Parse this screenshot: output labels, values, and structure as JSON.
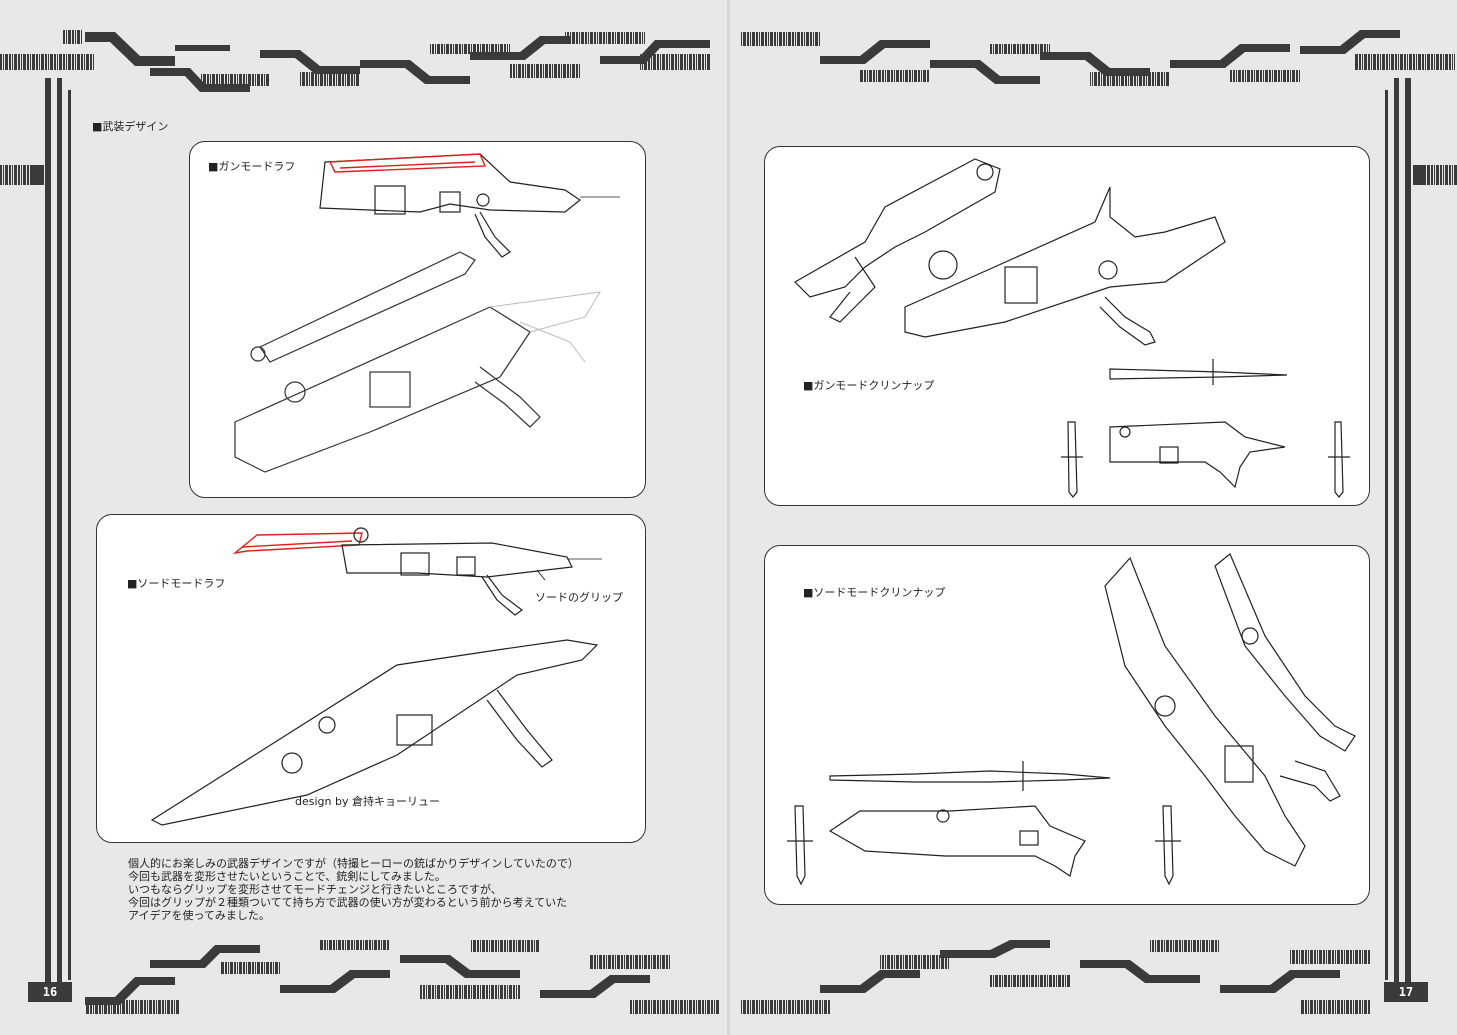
{
  "section_title": "■武装デザイン",
  "panels": {
    "gun_draft": {
      "label": "■ガンモードラフ"
    },
    "sword_draft": {
      "label": "■ソードモードラフ",
      "grip_note": "ソードのグリップ",
      "credit": "design by 倉持キョーリュー"
    },
    "gun_clean": {
      "label": "■ガンモードクリンナップ"
    },
    "sword_clean": {
      "label": "■ソードモードクリンナップ"
    }
  },
  "body_text": [
    "個人的にお楽しみの武器デザインですが（特撮ヒーローの銃ばかりデザインしていたので）",
    "今回も武器を変形させたいということで、銃剣にしてみました。",
    "いつもならグリップを変形させてモードチェンジと行きたいところですが、",
    "今回はグリップが２種類ついてて持ち方で武器の使い方が変わるという前から考えていた",
    "アイデアを使ってみました。"
  ],
  "page_numbers": {
    "left": "16",
    "right": "17"
  },
  "colors": {
    "frame": "#3a3a3a",
    "accent_red": "#e02020",
    "panel_bg": "#ffffff"
  }
}
